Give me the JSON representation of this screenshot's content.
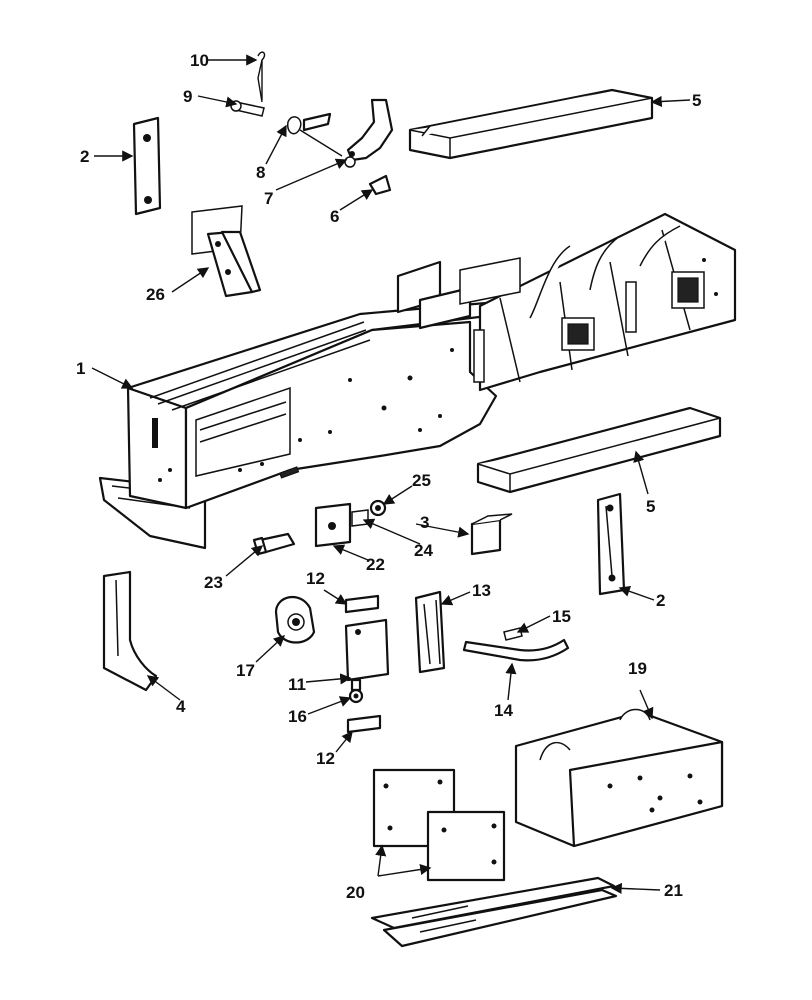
{
  "callouts": [
    {
      "id": "p1",
      "label": "1"
    },
    {
      "id": "p2a",
      "label": "2"
    },
    {
      "id": "p2b",
      "label": "2"
    },
    {
      "id": "p3",
      "label": "3"
    },
    {
      "id": "p4",
      "label": "4"
    },
    {
      "id": "p5a",
      "label": "5"
    },
    {
      "id": "p5b",
      "label": "5"
    },
    {
      "id": "p6",
      "label": "6"
    },
    {
      "id": "p7",
      "label": "7"
    },
    {
      "id": "p8",
      "label": "8"
    },
    {
      "id": "p9",
      "label": "9"
    },
    {
      "id": "p10",
      "label": "10"
    },
    {
      "id": "p11",
      "label": "11"
    },
    {
      "id": "p12a",
      "label": "12"
    },
    {
      "id": "p12b",
      "label": "12"
    },
    {
      "id": "p13",
      "label": "13"
    },
    {
      "id": "p14",
      "label": "14"
    },
    {
      "id": "p15",
      "label": "15"
    },
    {
      "id": "p16",
      "label": "16"
    },
    {
      "id": "p17",
      "label": "17"
    },
    {
      "id": "p19",
      "label": "19"
    },
    {
      "id": "p20",
      "label": "20"
    },
    {
      "id": "p21",
      "label": "21"
    },
    {
      "id": "p22",
      "label": "22"
    },
    {
      "id": "p23",
      "label": "23"
    },
    {
      "id": "p24",
      "label": "24"
    },
    {
      "id": "p25",
      "label": "25"
    },
    {
      "id": "p26",
      "label": "26"
    }
  ]
}
